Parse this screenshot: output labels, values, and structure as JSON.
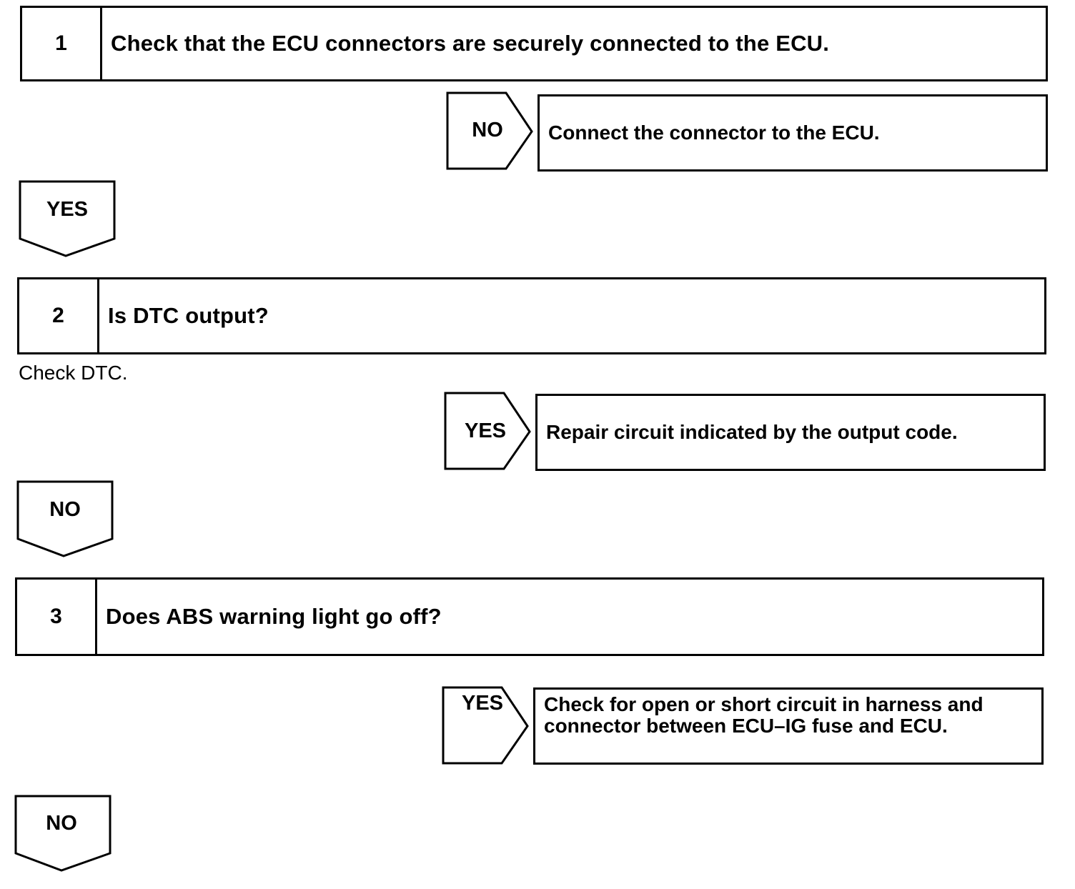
{
  "steps": [
    {
      "number": "1",
      "text": "Check that the ECU connectors are securely connected to the ECU."
    },
    {
      "number": "2",
      "text": "Is DTC output?",
      "note": "Check DTC."
    },
    {
      "number": "3",
      "text": "Does ABS warning light go off?"
    }
  ],
  "branches": [
    {
      "label": "NO",
      "action": "Connect the connector to the ECU."
    },
    {
      "label": "YES",
      "action": "Repair circuit indicated by the output code."
    },
    {
      "label": "YES",
      "action": "Check for open or short circuit in harness and connector between ECU–IG fuse and ECU."
    }
  ],
  "continues": [
    {
      "label": "YES"
    },
    {
      "label": "NO"
    },
    {
      "label": "NO"
    }
  ]
}
